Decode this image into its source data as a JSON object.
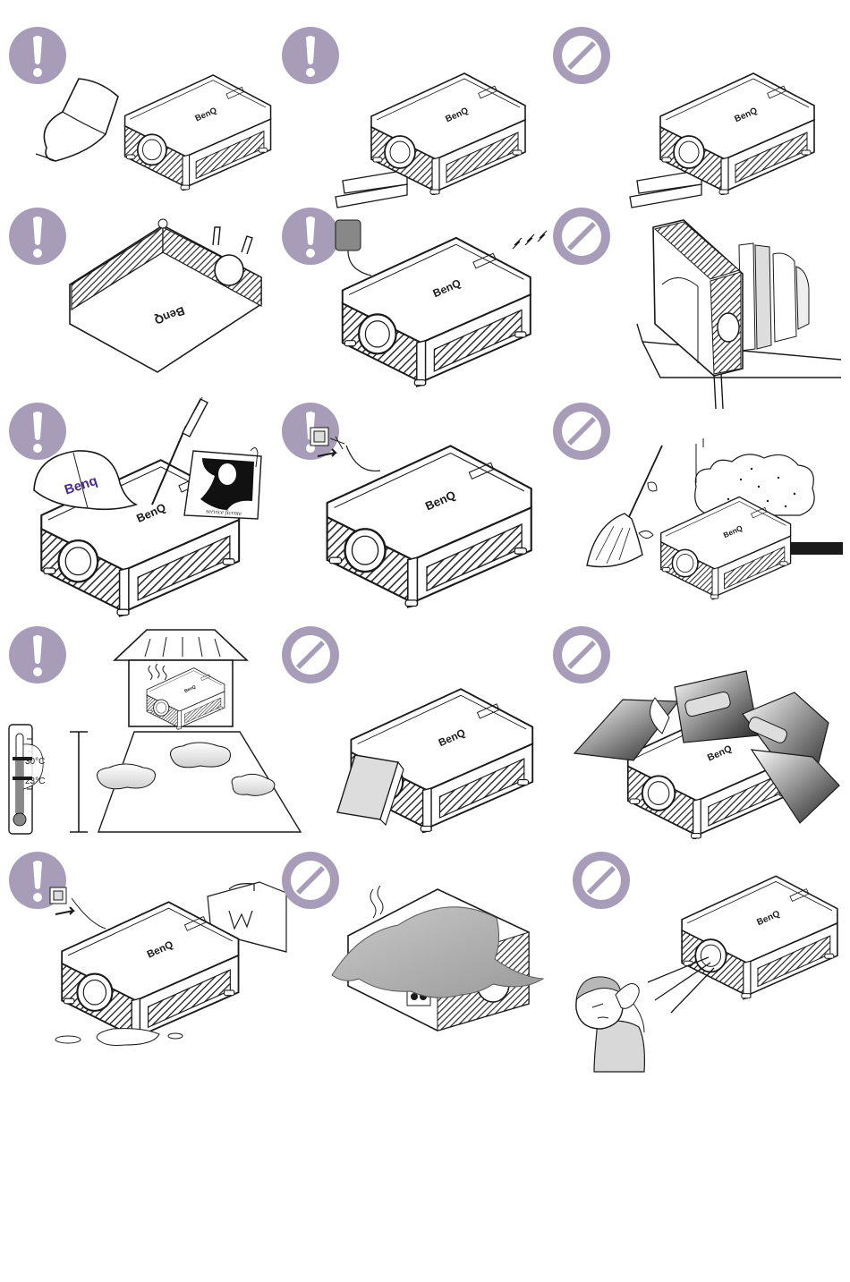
{
  "colors": {
    "badge": "#a79db9",
    "line": "#1a1a1a",
    "hatch": "#2a2a2a",
    "brand": "#4b2a8a"
  },
  "badge_types": {
    "caution": "exclamation-icon",
    "prohibited": "prohibition-icon"
  },
  "illustrations": [
    {
      "id": "read-manual",
      "badge": "caution"
    },
    {
      "id": "stable-surface",
      "badge": "caution"
    },
    {
      "id": "no-unstable-surface",
      "badge": "prohibited"
    },
    {
      "id": "no-vertical-placement",
      "badge": "caution"
    },
    {
      "id": "power-ventilation",
      "badge": "caution"
    },
    {
      "id": "no-stand-on-end",
      "badge": "prohibited"
    },
    {
      "id": "service-personnel",
      "badge": "caution",
      "cap_brand": "Benq",
      "manual_caption": "service ficrnte"
    },
    {
      "id": "unplug-outlet",
      "badge": "caution"
    },
    {
      "id": "no-dust-smoke",
      "badge": "prohibited"
    },
    {
      "id": "temperature-altitude",
      "badge": "caution",
      "thermometer": {
        "high": "30°C",
        "low": "23°C"
      }
    },
    {
      "id": "no-block-lens",
      "badge": "prohibited"
    },
    {
      "id": "no-objects-on-top",
      "badge": "prohibited"
    },
    {
      "id": "no-liquids",
      "badge": "caution"
    },
    {
      "id": "no-cover-vents",
      "badge": "prohibited"
    },
    {
      "id": "no-look-into-lens",
      "badge": "prohibited"
    }
  ]
}
